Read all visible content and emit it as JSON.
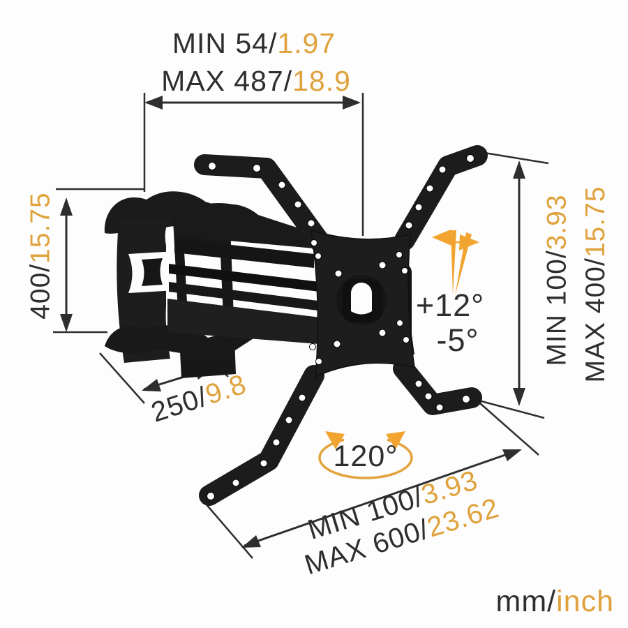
{
  "meta": {
    "description": "TV wall mount bracket dimension diagram"
  },
  "colors": {
    "text_black": "#2e2e2e",
    "accent_orange": "#dfa23c",
    "icon_orange": "#f2a430",
    "mount_black": "#1c1c1c",
    "background": "#fdfdfd"
  },
  "labels": {
    "top_min": {
      "black": "MIN 54/",
      "orange": "1.97"
    },
    "top_max": {
      "black": "MAX 487/",
      "orange": "18.9"
    },
    "left_height": {
      "black": "400/",
      "orange": "15.75"
    },
    "arm_depth": {
      "black": "250/",
      "orange": "9.8"
    },
    "right_min": {
      "black": "MIN 100/",
      "orange": "3.93"
    },
    "right_max": {
      "black": "MAX 400/",
      "orange": "15.75"
    },
    "bottom_min": {
      "black": "MIN 100/",
      "orange": "3.93"
    },
    "bottom_max": {
      "black": "MAX 600/",
      "orange": "23.62"
    },
    "tilt_up": "+12°",
    "tilt_down": "-5°",
    "swivel": "120°",
    "units": {
      "black": "mm/",
      "orange": "inch"
    }
  }
}
